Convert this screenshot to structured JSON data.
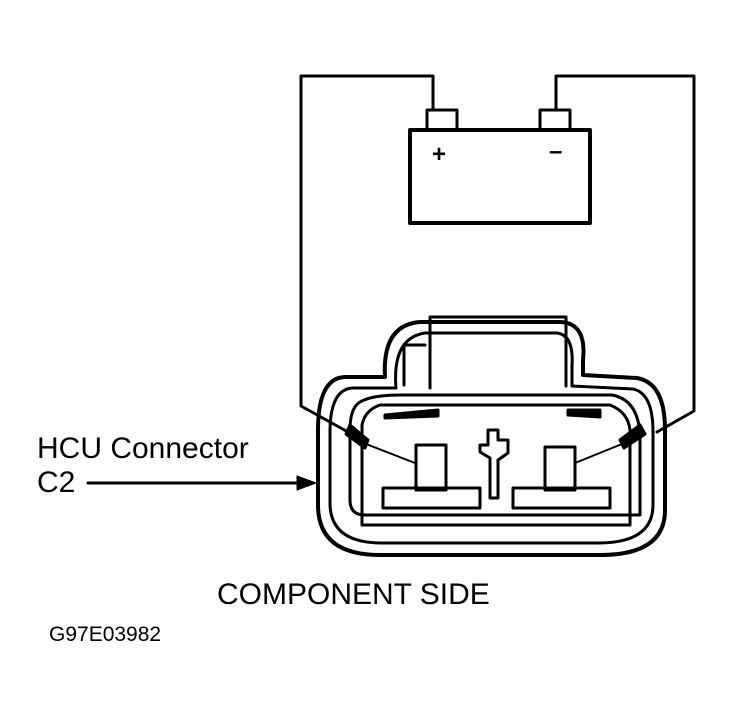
{
  "connector": {
    "name": "HCU Connector",
    "id": "C2"
  },
  "battery": {
    "positive_sign": "+",
    "negative_sign": "–"
  },
  "caption": "COMPONENT SIDE",
  "figure_id": "G97E03982",
  "colors": {
    "line": "#000000",
    "background": "#ffffff"
  }
}
